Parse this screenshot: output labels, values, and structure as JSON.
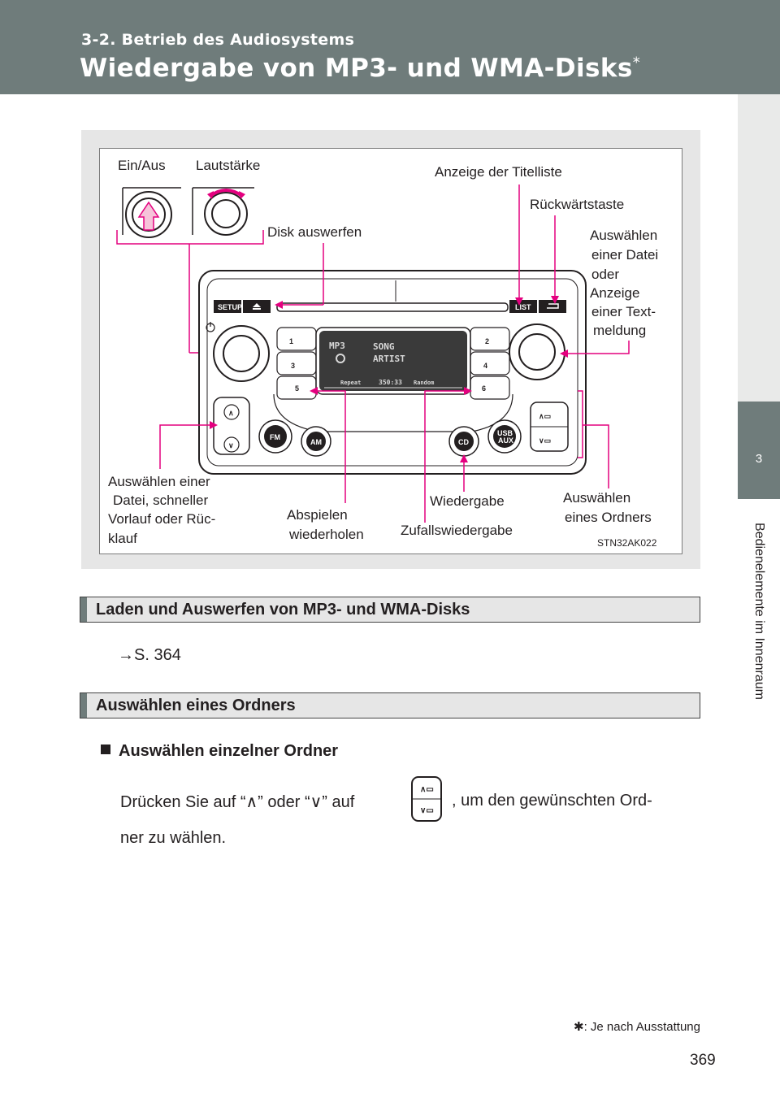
{
  "header": {
    "section": "3-2. Betrieb des Audiosystems",
    "title": "Wiedergabe von MP3- und WMA-Disks",
    "title_marker": "*"
  },
  "side_tab": {
    "number": "3",
    "label": "Bedienelemente im Innenraum"
  },
  "figure": {
    "labels": {
      "power": "Ein/Aus",
      "volume": "Lautstärke",
      "title_list": "Anzeige der Titelliste",
      "back": "Rückwärtstaste",
      "eject": "Disk auswerfen",
      "select_file_1": "Auswählen",
      "select_file_2": "einer Datei",
      "select_file_3": "oder",
      "select_file_4": "Anzeige",
      "select_file_5": "einer Text-",
      "select_file_6": "meldung",
      "seek_1": "Auswählen einer",
      "seek_2": "Datei, schneller",
      "seek_3": "Vorlauf oder Rüc-",
      "seek_4": "klauf",
      "repeat_1": "Abspielen",
      "repeat_2": "wiederholen",
      "play": "Wiedergabe",
      "random": "Zufallswiedergabe",
      "folder_1": "Auswählen",
      "folder_2": "eines Ordners",
      "code": "STN32AK022"
    },
    "unit": {
      "setup": "SETUP",
      "list": "LIST",
      "preset_1": "1",
      "preset_2": "2",
      "preset_3": "3",
      "preset_4": "4",
      "preset_5": "5",
      "preset_6": "6",
      "fm": "FM",
      "am": "AM",
      "cd": "CD",
      "usb": "USB",
      "aux": "AUX",
      "display_format": "MP3",
      "display_song": "SONG",
      "display_artist": "ARTIST",
      "display_repeat": "Repeat",
      "display_time": "350:33",
      "display_random": "Random"
    }
  },
  "sections": [
    {
      "heading": "Laden und Auswerfen von MP3- und WMA-Disks",
      "ref_arrow": "→",
      "ref": "S. 364"
    },
    {
      "heading": "Auswählen eines Ordners",
      "bullet": "Auswählen einzelner Ordner",
      "text_1": "Drücken Sie auf “∧” oder “∨” auf",
      "text_2": ", um den gewünschten Ord-",
      "text_3": "ner zu wählen."
    }
  ],
  "footnote": {
    "marker": "✱",
    "text": ": Je nach Ausstattung"
  },
  "page_number": "369",
  "colors": {
    "header": "#6f7c7b",
    "figure_bg": "#e6e6e6",
    "callout": "#e4007f"
  }
}
